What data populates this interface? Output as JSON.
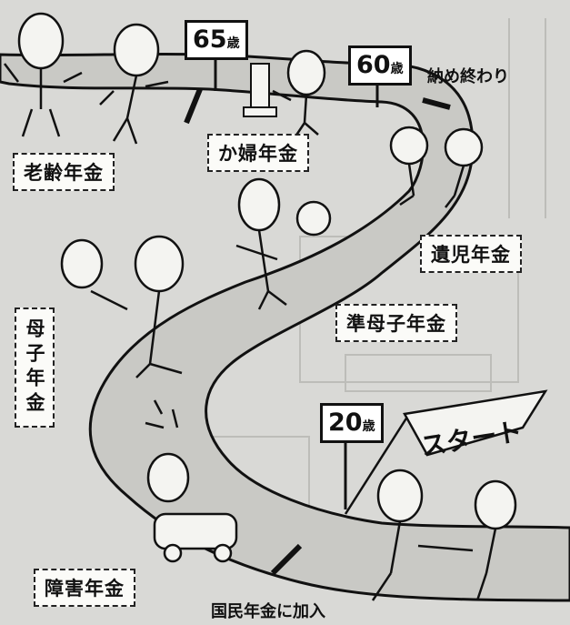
{
  "ages": {
    "age65": "65",
    "age60": "60",
    "age20": "20",
    "unit": "歳"
  },
  "labels": {
    "osame_owari": "納め終わり",
    "roureinenkin": "老齢年金",
    "kafunenkin": "か婦年金",
    "ikjinenkin": "遺児年金",
    "junboshinenkin": "準母子年金",
    "boshinenkin": "母子年金",
    "shougainenkin": "障害年金",
    "start": "スタート",
    "kokumin": "国民年金に加入"
  },
  "colors": {
    "road": "#c9c9c5",
    "ink": "#111111",
    "label_bg": "#fbfbf8",
    "page": "#d9d9d6"
  }
}
